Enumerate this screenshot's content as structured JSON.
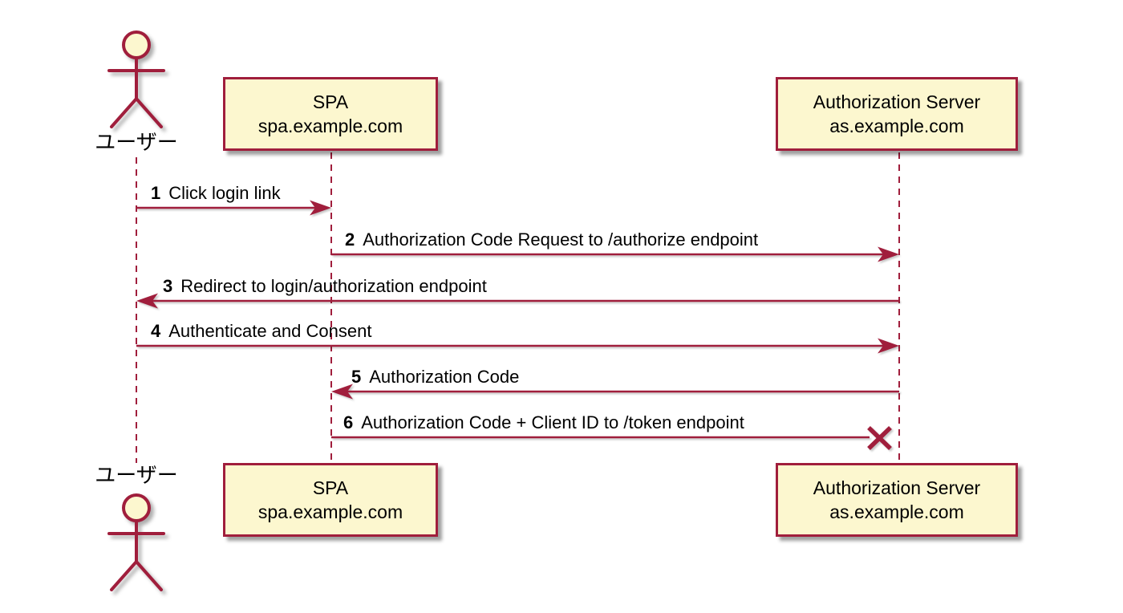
{
  "actor": {
    "label": "ユーザー"
  },
  "participants": {
    "spa": {
      "name": "SPA",
      "host": "spa.example.com"
    },
    "auth": {
      "name": "Authorization Server",
      "host": "as.example.com"
    }
  },
  "messages": [
    {
      "num": "1",
      "label": "Click login link",
      "from": "user",
      "to": "spa",
      "delivery": "arrow"
    },
    {
      "num": "2",
      "label": "Authorization Code Request to /authorize endpoint",
      "from": "spa",
      "to": "auth",
      "delivery": "arrow"
    },
    {
      "num": "3",
      "label": "Redirect to login/authorization endpoint",
      "from": "auth",
      "to": "user",
      "delivery": "arrow"
    },
    {
      "num": "4",
      "label": "Authenticate and Consent",
      "from": "user",
      "to": "auth",
      "delivery": "arrow"
    },
    {
      "num": "5",
      "label": "Authorization Code",
      "from": "auth",
      "to": "spa",
      "delivery": "arrow"
    },
    {
      "num": "6",
      "label": "Authorization Code + Client ID to /token endpoint",
      "from": "spa",
      "to": "auth",
      "delivery": "lost-x"
    }
  ],
  "colors": {
    "stroke": "#A01E3C",
    "fill": "#FCF7CF",
    "text": "#000000",
    "background": "#FFFFFF"
  }
}
